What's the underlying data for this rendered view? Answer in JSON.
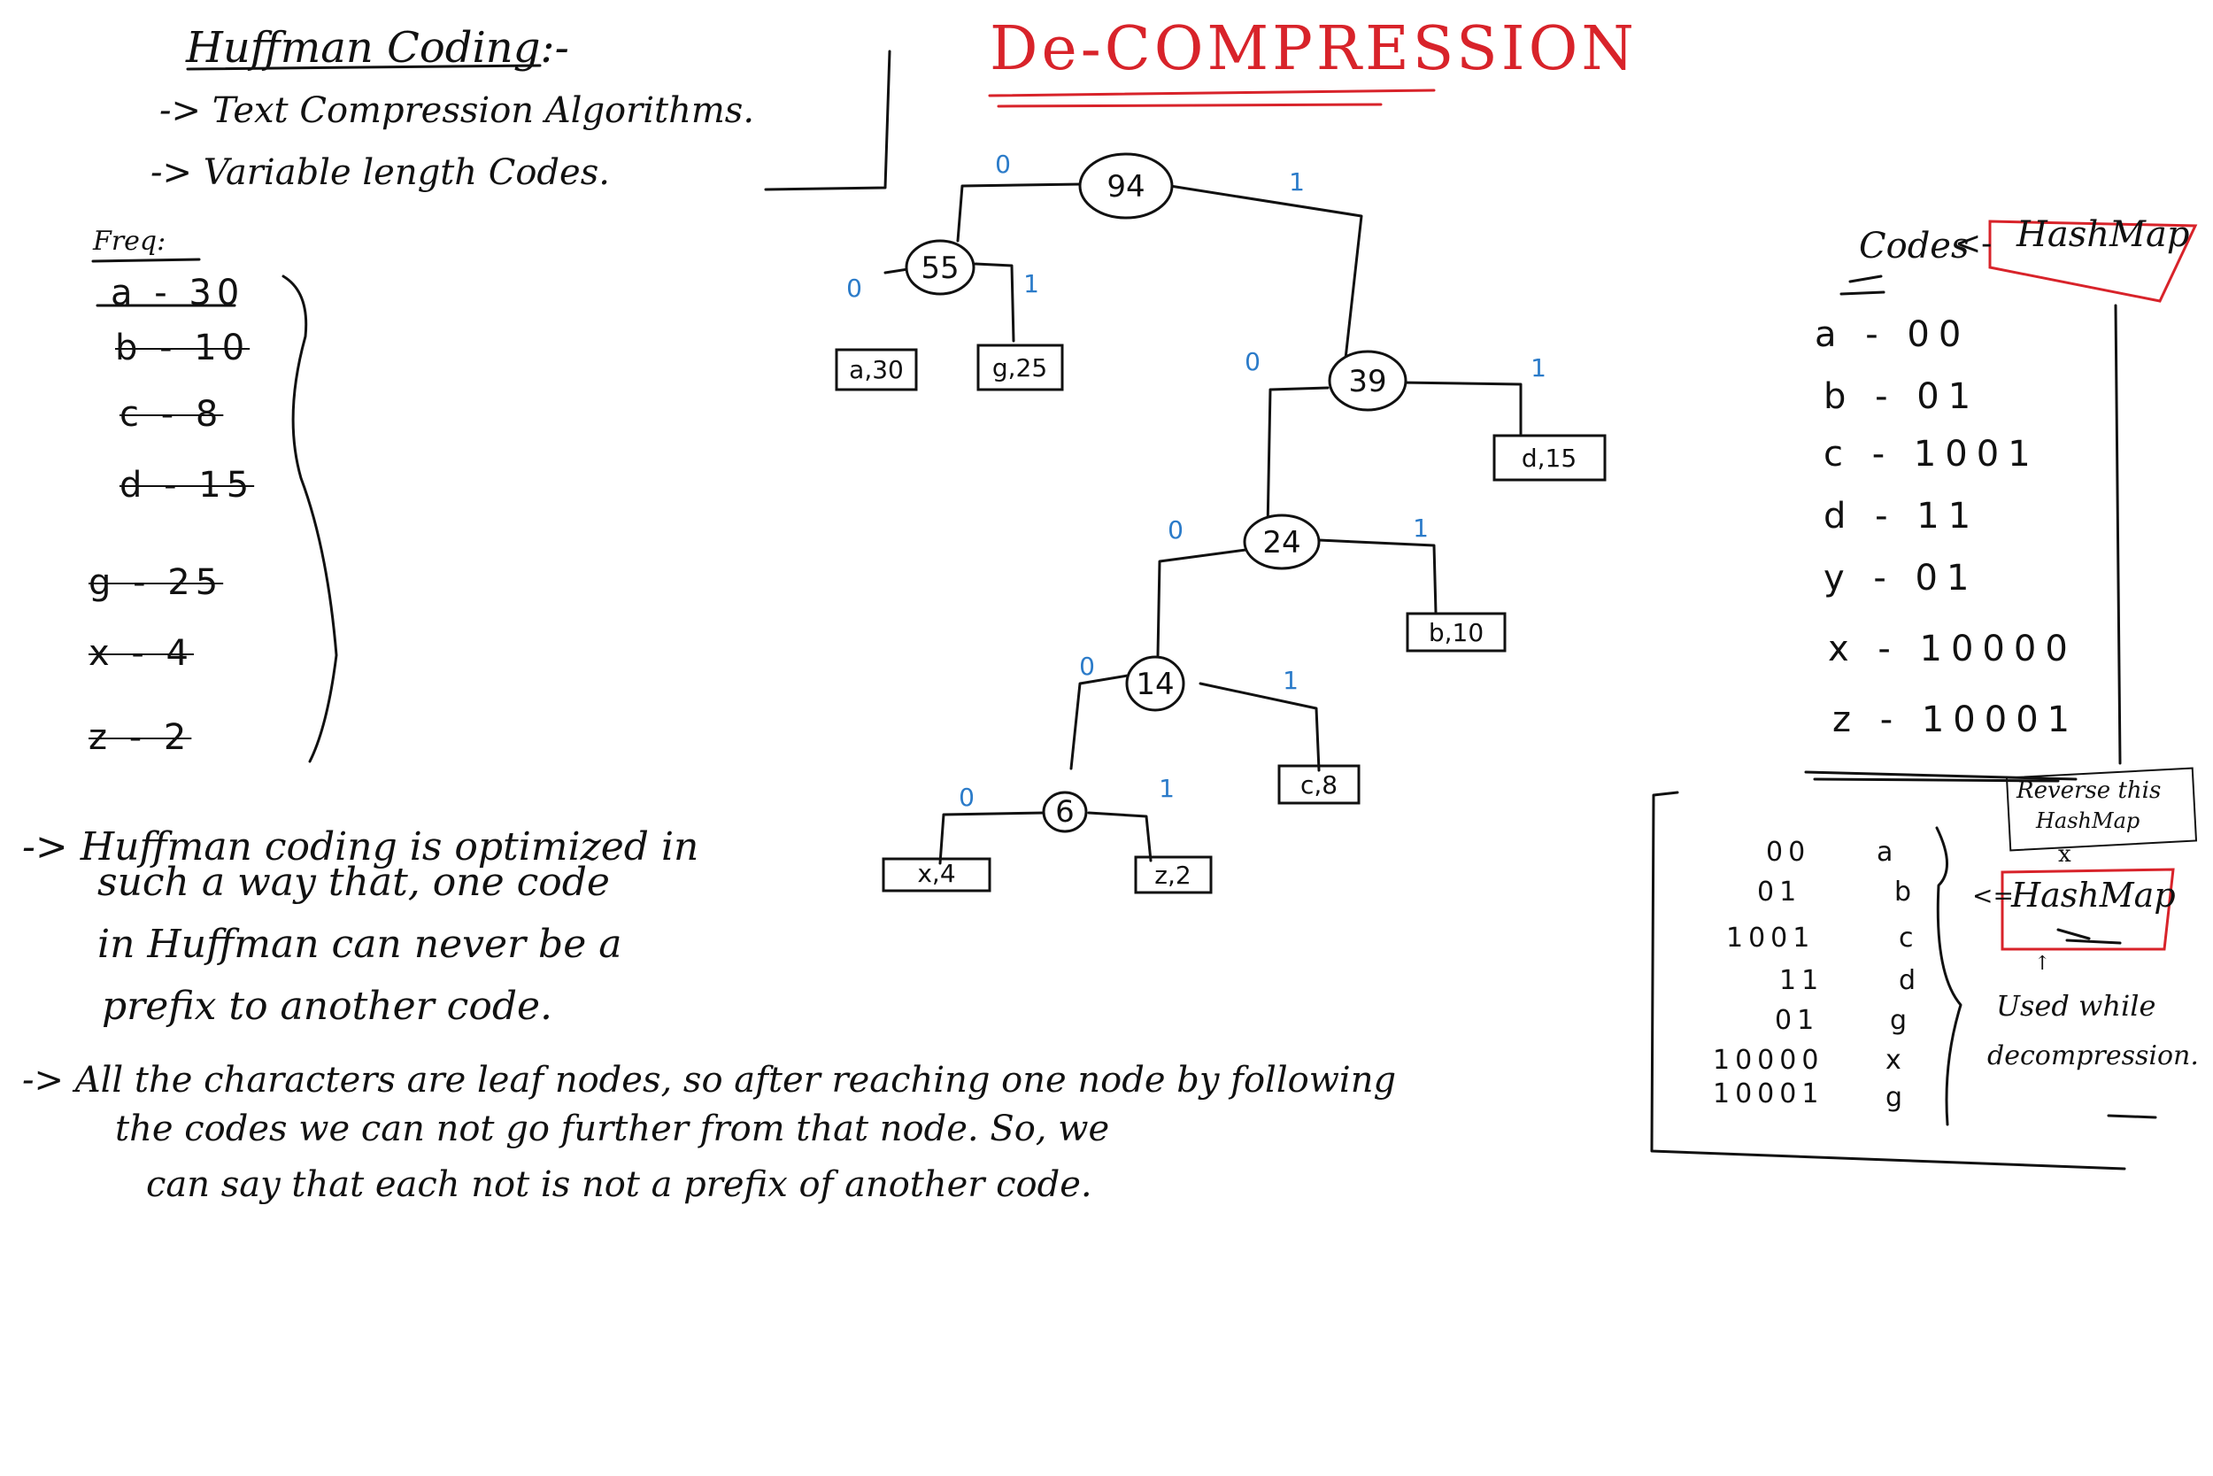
{
  "header": {
    "title": "Huffman Coding:-",
    "bullets": [
      "-> Text Compression Algorithms.",
      "-> Variable length Codes."
    ]
  },
  "page_title": "De-COMPRESSION",
  "freq": {
    "heading": "Freq:",
    "items": [
      {
        "text": "a - 30",
        "struck": false
      },
      {
        "text": "b - 10",
        "struck": true
      },
      {
        "text": "c - 8",
        "struck": true
      },
      {
        "text": "d - 15",
        "struck": true
      },
      {
        "text": "g - 25",
        "struck": true
      },
      {
        "text": "x - 4",
        "struck": true
      },
      {
        "text": "z - 2",
        "struck": true
      }
    ]
  },
  "tree": {
    "internal_nodes": [
      "94",
      "55",
      "39",
      "24",
      "14",
      "6"
    ],
    "leaves": [
      "a,30",
      "g,25",
      "d,15",
      "b,10",
      "c,8",
      "x,4",
      "z,2"
    ],
    "edge_labels": {
      "left": "0",
      "right": "1"
    }
  },
  "codes": {
    "heading": "Codes",
    "arrow": "<-",
    "hashmap_label": "HashMap",
    "items": [
      "a - 00",
      "b - 01",
      "c - 1001",
      "d - 11",
      "y - 01",
      "x - 10000",
      "z - 10001"
    ]
  },
  "reverse_note": {
    "text_line1": "Reverse this",
    "text_line2": "HashMap",
    "cross": "x"
  },
  "reverse_map": {
    "items": [
      {
        "code": "00",
        "char": "a"
      },
      {
        "code": "01",
        "char": "b"
      },
      {
        "code": "1001",
        "char": "c"
      },
      {
        "code": "11",
        "char": "d"
      },
      {
        "code": "01",
        "char": "g"
      },
      {
        "code": "10000",
        "char": "x"
      },
      {
        "code": "10001",
        "char": "g"
      }
    ],
    "hashmap_label": "HashMap",
    "note_line1": "Used while",
    "note_line2": "decompression."
  },
  "notes": {
    "note1_lines": [
      "-> Huffman coding is optimized in",
      "such a way that, one code",
      "in Huffman can never be a",
      "prefix to another code."
    ],
    "note2_lines": [
      "-> All the characters are leaf nodes, so after reaching one node by following",
      "the codes we can not go further from that node. So, we",
      "can say that each not is not a prefix of another code."
    ]
  },
  "colors": {
    "ink": "#111111",
    "accent": "#d8232a",
    "edge_label": "#2b7bc9"
  }
}
